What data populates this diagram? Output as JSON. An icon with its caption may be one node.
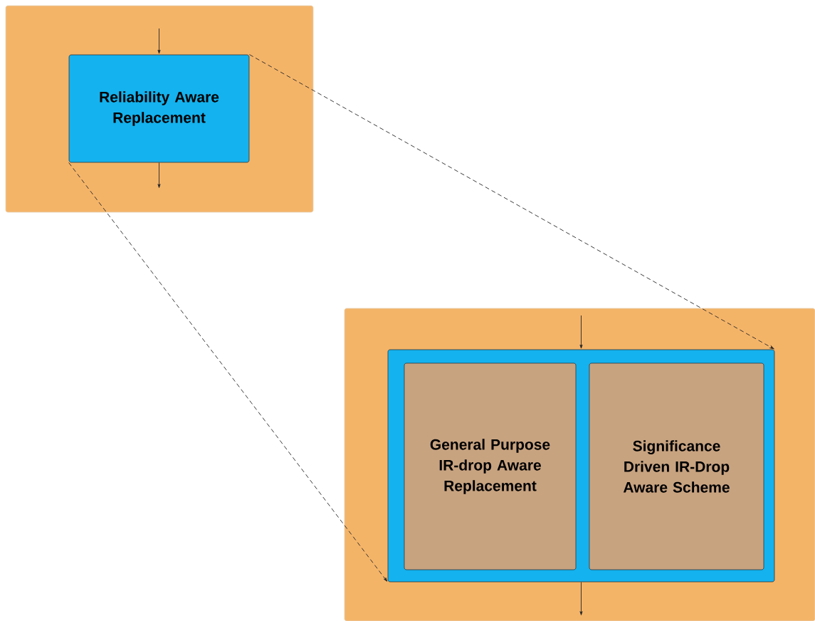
{
  "diagram": {
    "nodes": [
      {
        "text": [],
        "shape": "box"
      },
      {
        "text": [
          "Reliability Aware Replacement"
        ],
        "in": 0
      },
      {
        "text": [],
        "shape": "box"
      },
      {
        "text": [],
        "shape": "box",
        "in": 2
      },
      {
        "text": [
          "General Purpose IR-drop Aware Replacement"
        ],
        "in": 3
      },
      {
        "text": [
          "Significance Driven IR-Drop Aware Scheme"
        ],
        "in": 3
      }
    ],
    "edges": [
      {
        "from": null,
        "to": 1,
        "arrow": "to"
      },
      {
        "from": 1,
        "to": null,
        "arrow": "to"
      },
      {
        "from": 1,
        "to": 3,
        "arrow": "to",
        "style": "dashed"
      },
      {
        "from": 1,
        "to": 3,
        "arrow": "to",
        "style": "dashed"
      },
      {
        "from": null,
        "to": 3,
        "arrow": "to"
      },
      {
        "from": 3,
        "to": null,
        "arrow": "to"
      }
    ]
  }
}
